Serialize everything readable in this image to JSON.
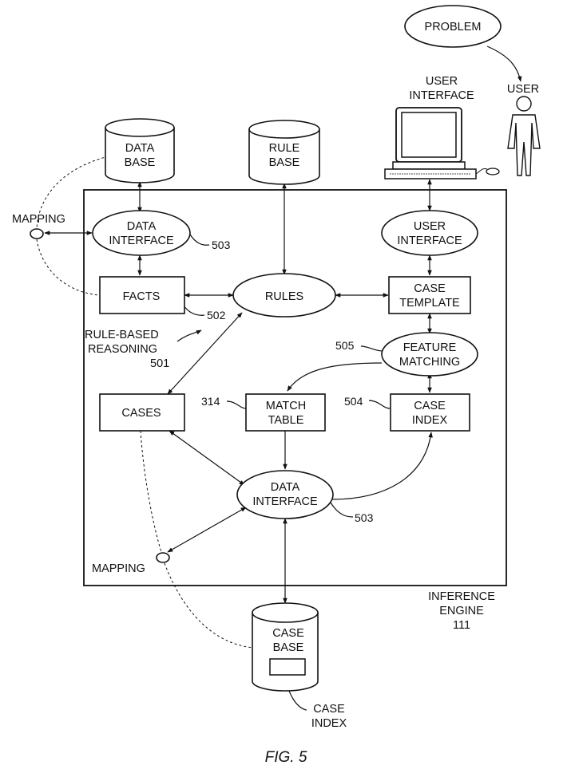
{
  "figure": {
    "caption": "FIG. 5",
    "problem": "PROBLEM",
    "user": "USER",
    "user_interface_top": [
      "USER",
      "INTERFACE"
    ],
    "databases": {
      "data_base": [
        "DATA",
        "BASE"
      ],
      "rule_base": [
        "RULE",
        "BASE"
      ],
      "case_base": [
        "CASE",
        "BASE"
      ]
    },
    "nodes": {
      "data_interface_top": [
        "DATA",
        "INTERFACE"
      ],
      "user_interface": [
        "USER",
        "INTERFACE"
      ],
      "facts": "FACTS",
      "rules": "RULES",
      "case_template": [
        "CASE",
        "TEMPLATE"
      ],
      "feature_matching": [
        "FEATURE",
        "MATCHING"
      ],
      "cases": "CASES",
      "match_table": [
        "MATCH",
        "TABLE"
      ],
      "case_index": [
        "CASE",
        "INDEX"
      ],
      "data_interface_bottom": [
        "DATA",
        "INTERFACE"
      ]
    },
    "labels": {
      "mapping_top": "MAPPING",
      "mapping_bottom": "MAPPING",
      "rule_based": [
        "RULE-BASED",
        "REASONING",
        "501"
      ],
      "inference_engine": [
        "INFERENCE",
        "ENGINE",
        "111"
      ],
      "case_index_label": [
        "CASE",
        "INDEX"
      ]
    },
    "refs": {
      "r503_top": "503",
      "r502": "502",
      "r505": "505",
      "r314": "314",
      "r504": "504",
      "r503_bottom": "503"
    }
  }
}
